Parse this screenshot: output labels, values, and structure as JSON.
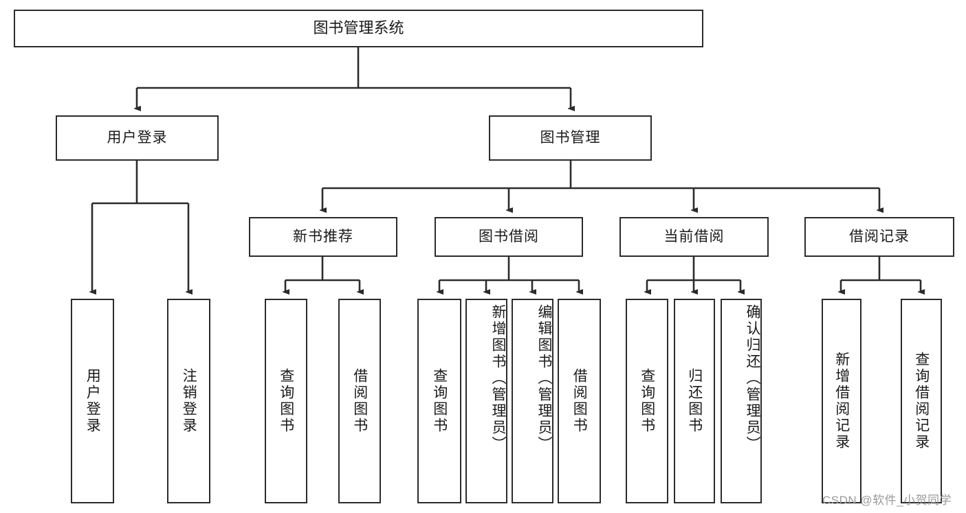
{
  "diagram": {
    "title": "图书管理系统",
    "type": "tree-hierarchy-chart",
    "watermark": "CSDN @软件_小贺同学",
    "colors": {
      "box_border": "#2b2b2b",
      "box_fill": "#ffffff",
      "edge": "#2b2b2b",
      "text": "#1a1a1a",
      "watermark": "#9a9a9a",
      "background": "#ffffff"
    }
  },
  "nodes": {
    "root": {
      "label": "图书管理系统"
    },
    "level2": [
      {
        "label": "用户登录"
      },
      {
        "label": "图书管理"
      }
    ],
    "level3": [
      {
        "label": "新书推荐"
      },
      {
        "label": "图书借阅"
      },
      {
        "label": "当前借阅"
      },
      {
        "label": "借阅记录"
      }
    ],
    "leaves": {
      "user_login": [
        {
          "label": "用户登录"
        },
        {
          "label": "注销登录"
        }
      ],
      "new_book_recommend": [
        {
          "label": "查询图书"
        },
        {
          "label": "借阅图书"
        }
      ],
      "book_borrow": [
        {
          "label": "查询图书"
        },
        {
          "label": "新增图书（管理员）"
        },
        {
          "label": "编辑图书（管理员）"
        },
        {
          "label": "借阅图书"
        }
      ],
      "current_borrow": [
        {
          "label": "查询图书"
        },
        {
          "label": "归还图书"
        },
        {
          "label": "确认归还（管理员）"
        }
      ],
      "borrow_record": [
        {
          "label": "新增借阅记录"
        },
        {
          "label": "查询借阅记录"
        }
      ]
    }
  }
}
